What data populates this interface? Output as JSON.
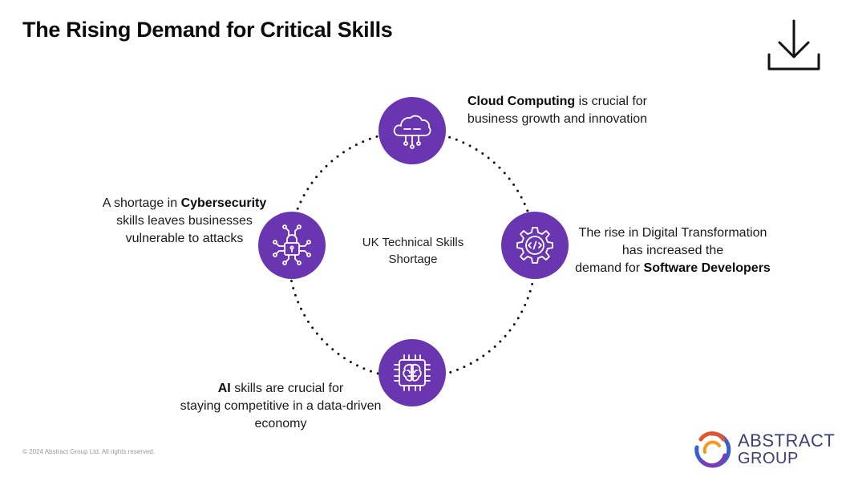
{
  "title": "The Rising Demand for Critical Skills",
  "center": {
    "line1": "UK Technical Skills",
    "line2": "Shortage"
  },
  "nodes": {
    "cloud": {
      "icon": "cloud-computing-icon",
      "bold": "Cloud Computing",
      "text1": " is crucial for",
      "text2": "business growth and innovation"
    },
    "software": {
      "icon": "code-gear-icon",
      "line1": "The rise in Digital Transformation",
      "line2": "has increased the",
      "prefix3": "demand for ",
      "bold": "Software Developers"
    },
    "ai": {
      "icon": "ai-brain-chip-icon",
      "bold": "AI",
      "text1": " skills are crucial for",
      "line2": "staying competitive in a data-driven",
      "line3": "economy"
    },
    "cyber": {
      "icon": "cybersecurity-lock-icon",
      "prefix1": "A shortage in ",
      "bold": "Cybersecurity",
      "line2": "skills leaves businesses",
      "line3": "vulnerable to attacks"
    }
  },
  "footer": {
    "copyright": "© 2024 Abstract Group Ltd. All rights reserved."
  },
  "brand": {
    "name_line1": "ABSTRACT",
    "name_line2": "GROUP"
  },
  "colors": {
    "accent": "#6a35b1",
    "brand": "#3a3f73"
  }
}
